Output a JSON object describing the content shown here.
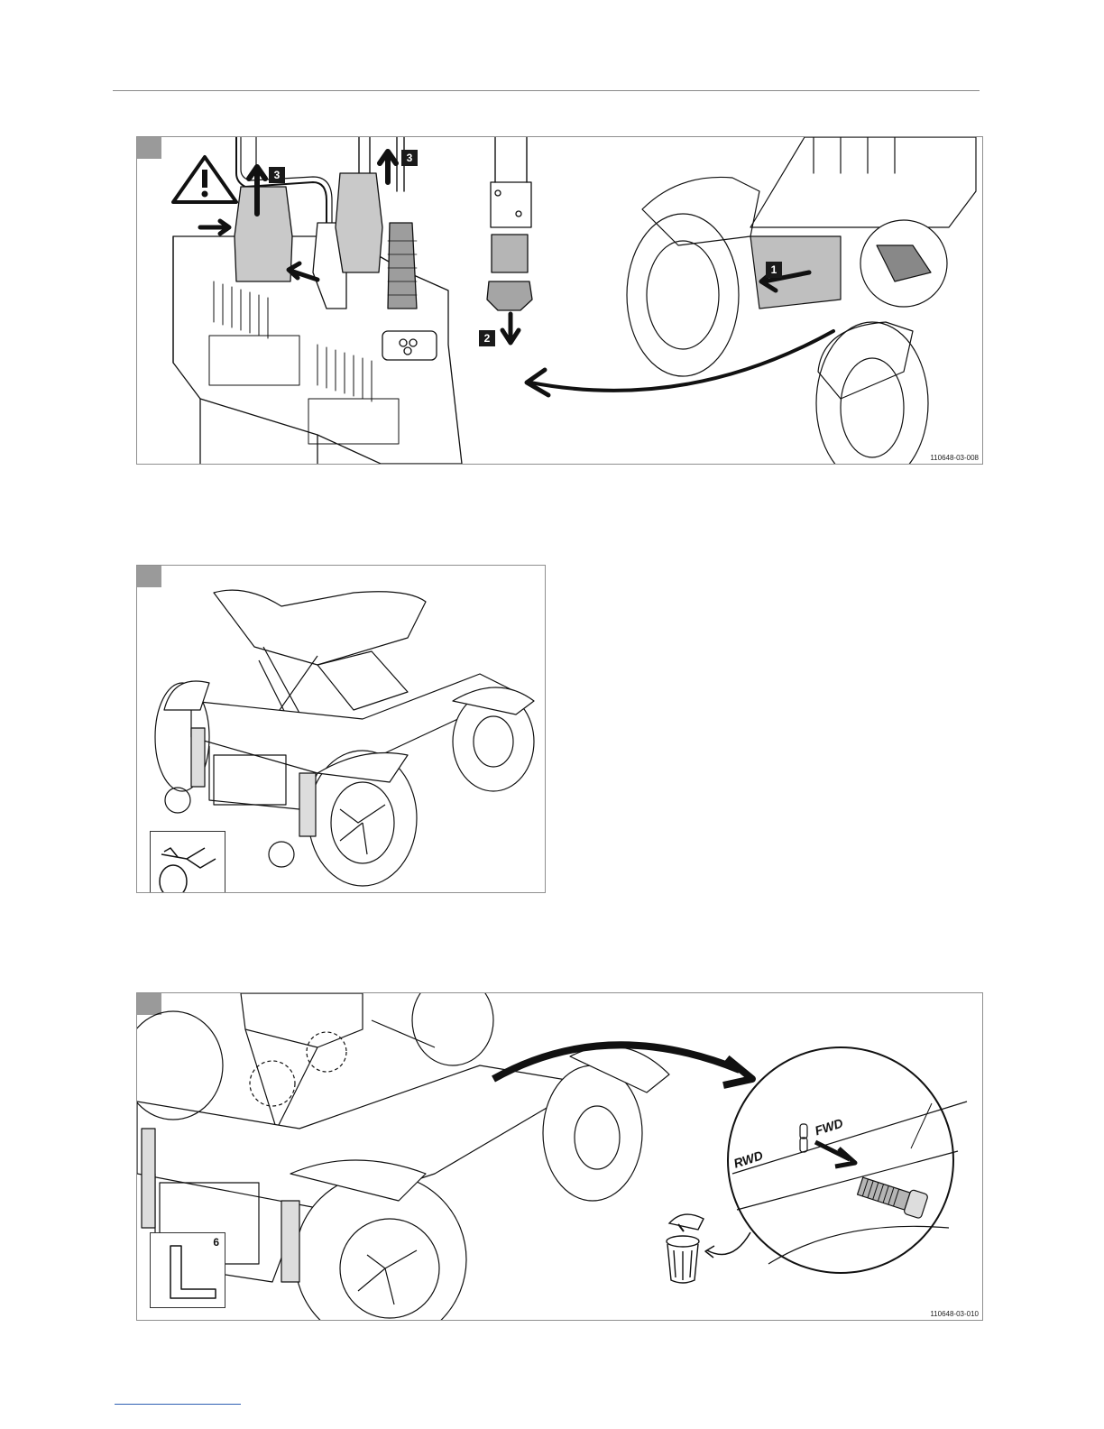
{
  "figures": [
    {
      "code": "110648-03-008",
      "step_badges": [
        "1",
        "2",
        "3",
        "3"
      ],
      "icons": [
        "warning-triangle-icon",
        "battery-connector",
        "fuse-holder",
        "curved-arrow"
      ]
    },
    {
      "code": "",
      "inset": "pliers-cable-tie-icon"
    },
    {
      "code": "110648-03-010",
      "inset_number": "6",
      "labels": {
        "rwd": "RWD",
        "fwd": "FWD"
      },
      "icons": [
        "allen-key-icon",
        "trash-bin-icon",
        "screw-icon",
        "curved-arrow"
      ]
    }
  ],
  "colors": {
    "frame": "#8f8f8f",
    "tab": "#9a9a9a",
    "badge": "#1a1a1a",
    "ink": "#111111",
    "link_rule": "#2f5fb3"
  }
}
